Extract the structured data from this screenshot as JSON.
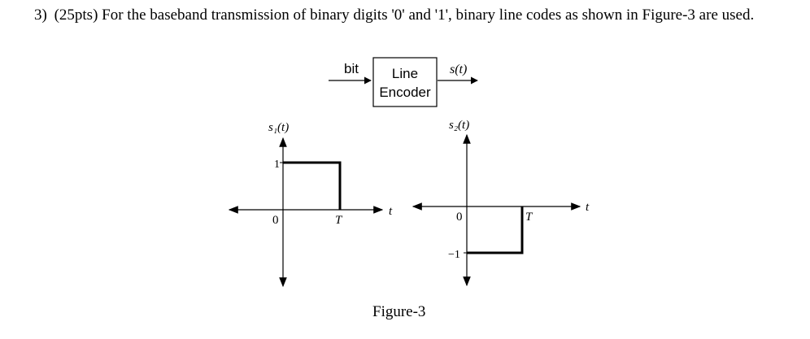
{
  "question": {
    "number": "3)",
    "points": "(25pts)",
    "text": "For the baseband transmission of binary digits '0' and '1', binary line codes as shown in Figure-3 are used."
  },
  "block": {
    "input_label": "bit",
    "box_line1": "Line",
    "box_line2": "Encoder",
    "output_label": "s(t)"
  },
  "plot1": {
    "ylabel": "s₁(t)",
    "xlabel": "t",
    "y_tick": "1",
    "origin": "0",
    "x_tick": "T",
    "pulse": {
      "start": 0,
      "end": "T",
      "amplitude": 1
    }
  },
  "plot2": {
    "ylabel": "s₂(t)",
    "xlabel": "t",
    "y_tick": "−1",
    "origin": "0",
    "x_tick": "T",
    "pulse": {
      "start": 0,
      "end": "T",
      "amplitude": -1
    }
  },
  "figure_caption": "Figure-3"
}
